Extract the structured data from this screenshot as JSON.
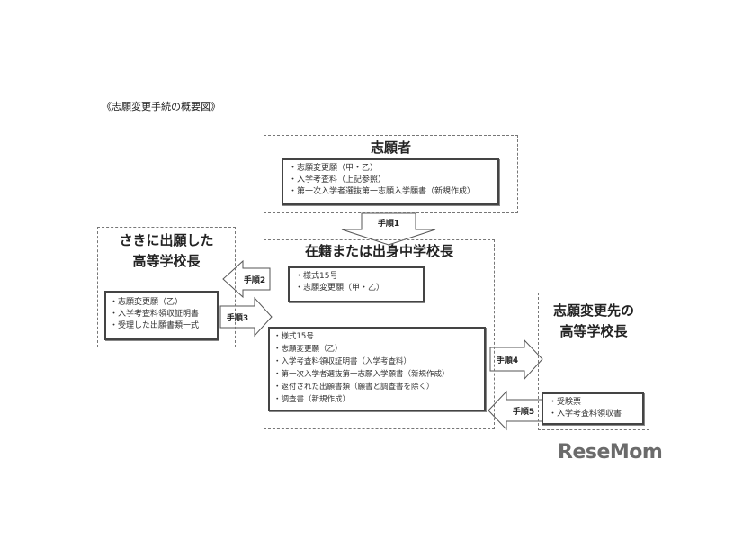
{
  "title": "《志願変更手続の概要図》",
  "applicant": {
    "heading": "志願者",
    "items": [
      "志願変更願（甲・乙）",
      "入学考査料（上記参照）",
      "第一次入学者選抜第一志願入学願書（新規作成）"
    ]
  },
  "middle_school": {
    "heading": "在籍または出身中学校長",
    "box1": [
      "様式15号",
      "志願変更願（甲・乙）"
    ],
    "box2": [
      "様式15号",
      "志願変更願（乙）",
      "入学考査料領収証明書（入学考査料）",
      "第一次入学者選抜第一志願入学願書（新規作成）",
      "返付された出願書類（願書と調査書を除く）",
      "調査書（新規作成）"
    ]
  },
  "prior_school": {
    "heading_line1": "さきに出願した",
    "heading_line2": "高等学校長",
    "items": [
      "志願変更願（乙）",
      "入学考査料領収証明書",
      "受理した出願書類一式"
    ]
  },
  "new_school": {
    "heading_line1": "志願変更先の",
    "heading_line2": "高等学校長",
    "items": [
      "受験票",
      "入学考査料領収書"
    ]
  },
  "steps": {
    "s1": "手順1",
    "s2": "手順2",
    "s3": "手順3",
    "s4": "手順4",
    "s5": "手順5"
  },
  "logo": "ReseMom"
}
